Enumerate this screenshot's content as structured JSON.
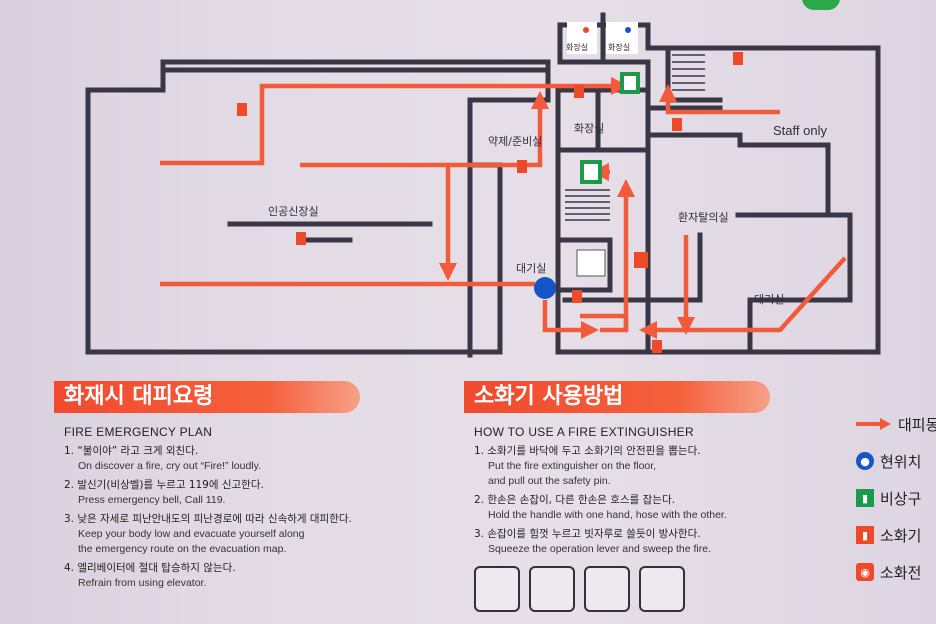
{
  "map": {
    "rooms": {
      "artificial_kidney_room": "인공신장실",
      "pharmacy_prep_room": "약제/준비실",
      "restroom": "화장실",
      "accessible_restroom_left": "화장실",
      "accessible_restroom_right": "화장실",
      "waiting_room_left": "대기실",
      "waiting_room_right": "대기실",
      "patient_changing_room": "환자탈의실",
      "staff_only": "Staff only"
    },
    "colors": {
      "evac_route": "#f15a3a",
      "wall": "#3a3646",
      "exit_sign": "#1a9a4a",
      "you_are_here": "#1456c8",
      "extinguisher": "#ee4a2a"
    }
  },
  "fire_plan": {
    "banner": "화재시 대피요령",
    "heading": "FIRE EMERGENCY PLAN",
    "steps": [
      {
        "ko": "1. “불이야” 라고 크게 외친다.",
        "en": "On discover a fire, cry out “Fire!” loudly."
      },
      {
        "ko": "2. 발신기(비상벨)를 누르고 119에 신고한다.",
        "en": "Press emergency bell, Call 119."
      },
      {
        "ko": "3. 낮은 자세로 피난안내도의 피난경로에 따라 신속하게 대피한다.",
        "en": "Keep your body low and evacuate yourself along",
        "en2": "the emergency route on the evacuation map."
      },
      {
        "ko": "4. 엘리베이터에 절대 탑승하지 않는다.",
        "en": "Refrain from using elevator."
      }
    ]
  },
  "extinguisher_howto": {
    "banner": "소화기 사용방법",
    "heading": "HOW TO USE A FIRE EXTINGUISHER",
    "steps": [
      {
        "ko": "1. 소화기를 바닥에 두고 소화기의 안전핀을 뽑는다.",
        "en": "Put the fire extinguisher on the floor,",
        "en2": "and pull out the safety pin."
      },
      {
        "ko": "2. 한손은 손잡이, 다른 한손은 호스를 잡는다.",
        "en": "Hold the handle with one hand, hose with the other."
      },
      {
        "ko": "3. 손잡이를 힘껏 누르고 빗자루로 쓸듯이 방사한다.",
        "en": "Squeeze the operation lever and sweep the fire."
      }
    ]
  },
  "legend": {
    "items": [
      {
        "label": "대피동",
        "icon": "evac-route-arrow-icon"
      },
      {
        "label": "현위치",
        "icon": "you-are-here-icon"
      },
      {
        "label": "비상구",
        "icon": "emergency-exit-icon"
      },
      {
        "label": "소화기",
        "icon": "extinguisher-icon"
      },
      {
        "label": "소화전",
        "icon": "hydrant-icon"
      }
    ]
  }
}
